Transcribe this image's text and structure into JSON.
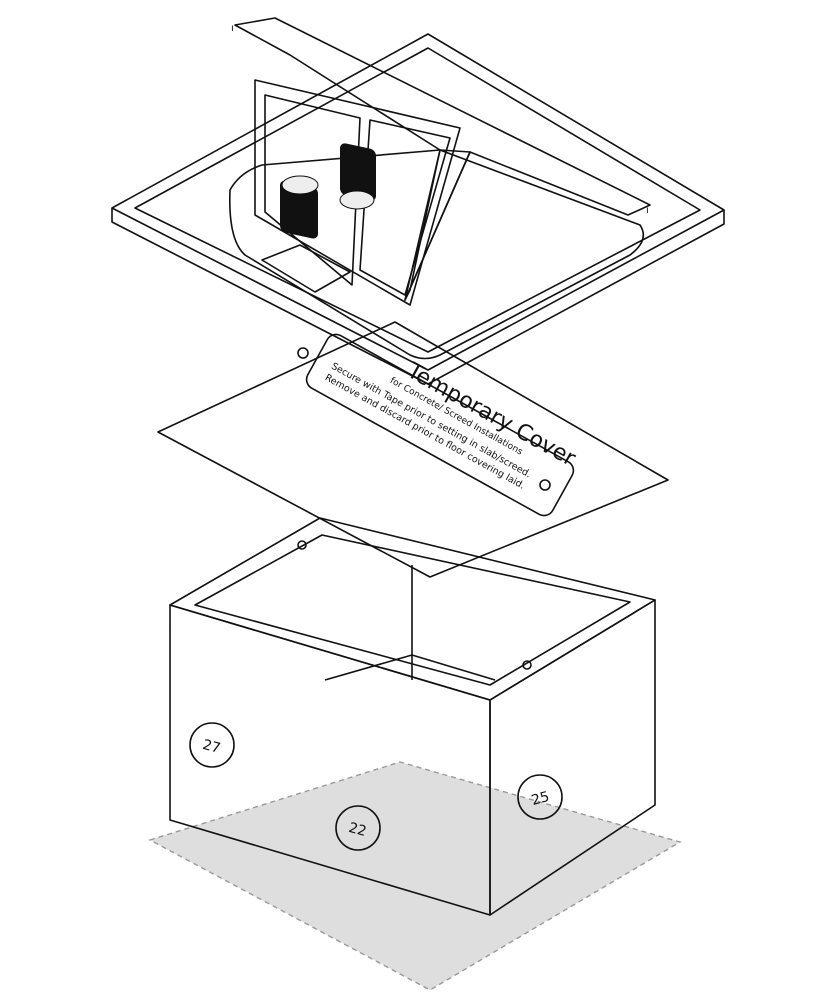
{
  "label": {
    "title": "Temporary Cover",
    "subtitle": "for Concrete/ Screed Installations",
    "line1": "Secure with Tape prior to setting in slab/screed.",
    "line2": "Remove and discard prior to floor covering laid."
  },
  "knockouts": [
    "27",
    "22",
    "25"
  ],
  "colors": {
    "frame": "#e6e6e6",
    "cavity": "#b3b3b3",
    "outline": "#111111",
    "shadow": "#dcdcdc"
  }
}
